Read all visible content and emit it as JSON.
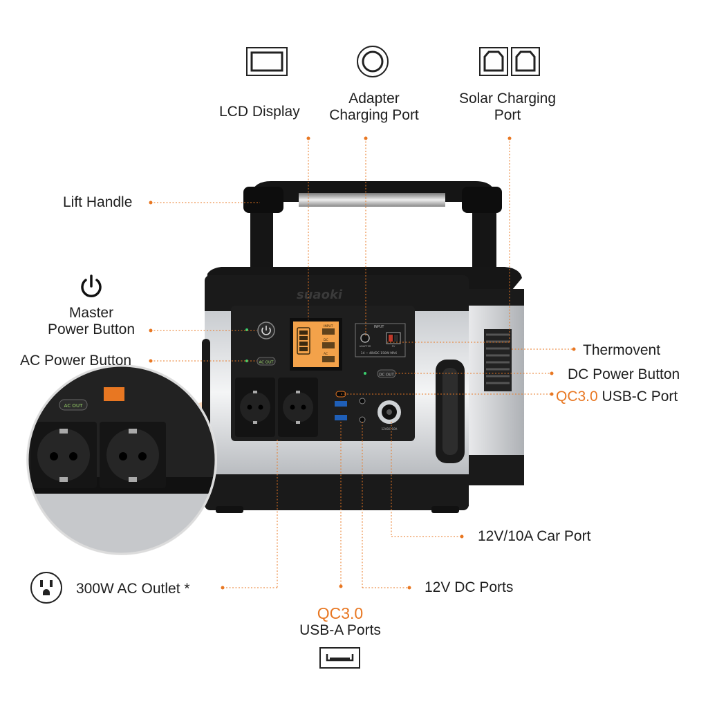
{
  "labels": {
    "lcd": "LCD Display",
    "adapter_line1": "Adapter",
    "adapter_line2": "Charging Port",
    "solar_line1": "Solar Charging",
    "solar_line2": "Port",
    "lift_handle": "Lift Handle",
    "master_line1": "Master",
    "master_line2": "Power Button",
    "ac_power": "AC Power Button",
    "thermovent": "Thermovent",
    "dc_power": "DC Power Button",
    "qc_usbc_highlight": "QC3.0",
    "qc_usbc_rest": " USB-C Port",
    "car_port": "12V/10A Car Port",
    "dc_ports": "12V DC Ports",
    "ac_outlet": "300W AC Outlet *",
    "qc_usba_highlight": "QC3.0",
    "qc_usba_rest": "USB-A Ports"
  },
  "device": {
    "brand": "suaoki",
    "ac_out_label": "AC OUT",
    "dc_out_label": "DC OUT",
    "input_label": "INPUT",
    "input_spec": "14 ~ 40VDC 150W MAX",
    "adapter_label": "ADAPTER",
    "pv_label": "PV",
    "car_label": "12VDC 10A",
    "lcd_input": "INPUT",
    "lcd_dc": "DC",
    "lcd_ac": "AC"
  },
  "colors": {
    "accent": "#e87722",
    "device_body": "#1c1c1c",
    "device_silver": "#d7d9dc",
    "lcd_screen": "#f3a24a"
  },
  "icons": [
    "lcd-display-icon",
    "adapter-port-icon",
    "solar-port-icon",
    "power-icon",
    "ac-outlet-icon",
    "usb-a-icon"
  ]
}
